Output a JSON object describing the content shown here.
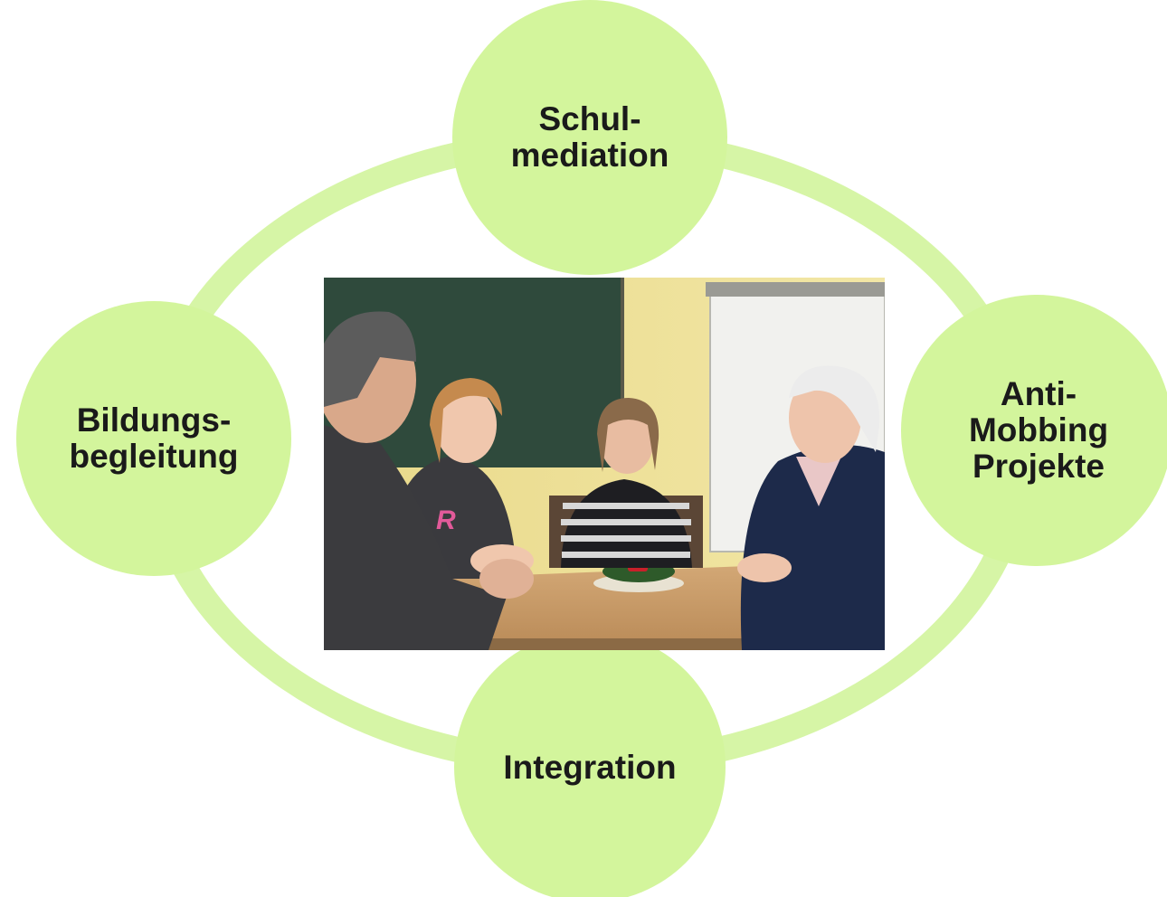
{
  "colors": {
    "ring": "#d6f5a6",
    "node": "#d3f59c",
    "label": "#1a1a1a"
  },
  "nodes": {
    "top": {
      "label": "Schul-\nmediation"
    },
    "right": {
      "label": "Anti-\nMobbing\nProjekte"
    },
    "bottom": {
      "label": "Integration"
    },
    "left": {
      "label": "Bildungs-\nbegleitung"
    }
  },
  "photo": {
    "icon": "photo-of-meeting-icon"
  }
}
